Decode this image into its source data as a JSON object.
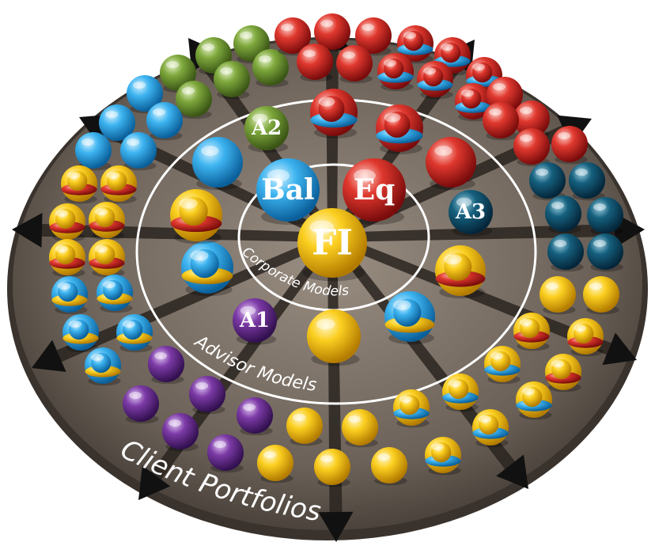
{
  "diagram": {
    "core_models": [
      {
        "label": "Bal",
        "color": "blue"
      },
      {
        "label": "Eq",
        "color": "red"
      },
      {
        "label": "FI",
        "color": "yellow"
      }
    ],
    "advisor_labels": [
      {
        "label": "A1",
        "color": "purple"
      },
      {
        "label": "A2",
        "color": "green"
      },
      {
        "label": "A3",
        "color": "teal"
      }
    ],
    "ring_labels": {
      "corporate": "Corporate Models",
      "advisor": "Advisor Models",
      "client": "Client Portfolios"
    },
    "colors": {
      "disc": "#6b6158",
      "disc_edge": "#3a332d",
      "ring": "#ffffff",
      "arrow": "#111111",
      "blue": "#1f9fe0",
      "red": "#d42a2a",
      "yellow": "#f7c51a",
      "purple": "#6b2c93",
      "green": "#6f9a32",
      "teal": "#0f4f6a"
    }
  }
}
